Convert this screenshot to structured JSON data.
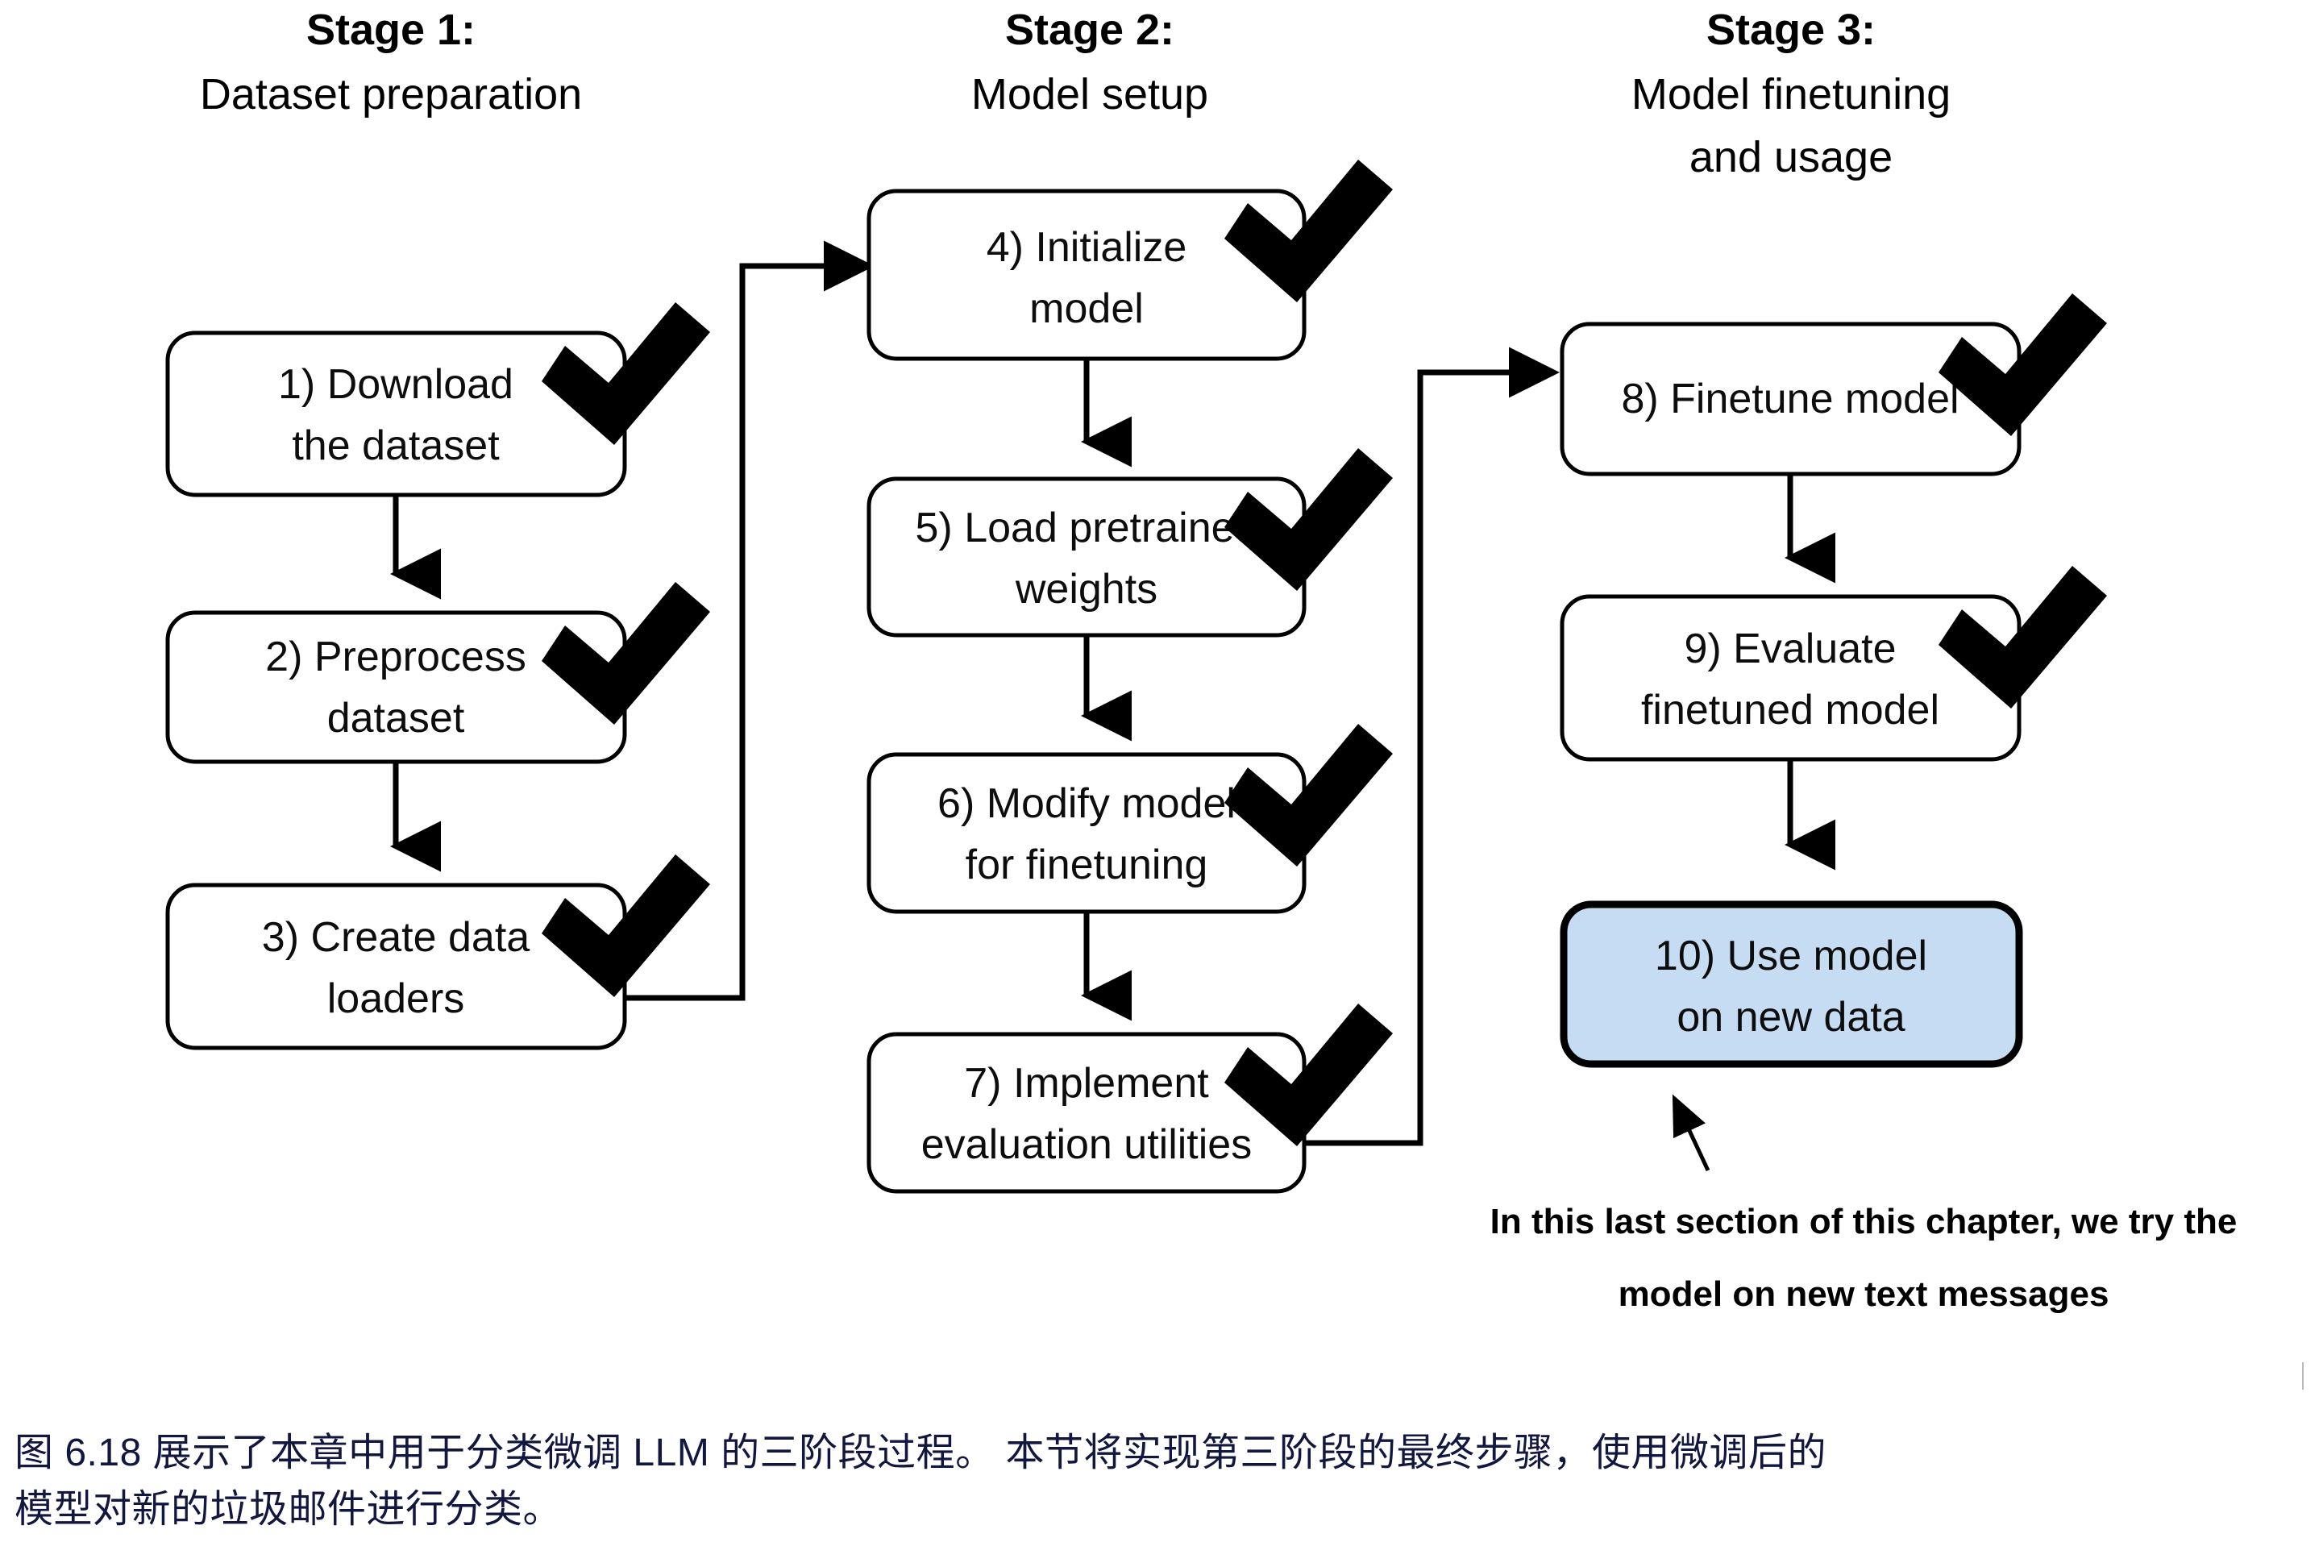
{
  "figure": {
    "stages": [
      {
        "id": "stage-1",
        "title": "Stage 1:",
        "subtitle": "Dataset preparation",
        "steps": [
          {
            "id": "step-1",
            "line1": "1) Download",
            "line2": "the dataset",
            "checked": true,
            "highlighted": false
          },
          {
            "id": "step-2",
            "line1": "2) Preprocess",
            "line2": "dataset",
            "checked": true,
            "highlighted": false
          },
          {
            "id": "step-3",
            "line1": "3) Create data",
            "line2": "loaders",
            "checked": true,
            "highlighted": false
          }
        ]
      },
      {
        "id": "stage-2",
        "title": "Stage 2:",
        "subtitle": "Model setup",
        "steps": [
          {
            "id": "step-4",
            "line1": "4) Initialize",
            "line2": "model",
            "checked": true,
            "highlighted": false
          },
          {
            "id": "step-5",
            "line1": "5) Load pretrained",
            "line2": "weights",
            "checked": true,
            "highlighted": false
          },
          {
            "id": "step-6",
            "line1": "6) Modify model",
            "line2": "for finetuning",
            "checked": true,
            "highlighted": false
          },
          {
            "id": "step-7",
            "line1": "7) Implement",
            "line2": "evaluation utilities",
            "checked": true,
            "highlighted": false
          }
        ]
      },
      {
        "id": "stage-3",
        "title": "Stage 3:",
        "subtitle_line1": "Model finetuning",
        "subtitle_line2": "and usage",
        "steps": [
          {
            "id": "step-8",
            "line1": "8) Finetune model",
            "line2": "",
            "checked": true,
            "highlighted": false
          },
          {
            "id": "step-9",
            "line1": "9) Evaluate",
            "line2": "finetuned model",
            "checked": true,
            "highlighted": false
          },
          {
            "id": "step-10",
            "line1": "10) Use model",
            "line2": "on new data",
            "checked": false,
            "highlighted": true
          }
        ]
      }
    ],
    "annotation": {
      "line1": "In this last section of this chapter, we try the",
      "line2": "model on new text messages"
    },
    "colors": {
      "highlight_fill": "#c6dcf2",
      "stroke": "#000000",
      "caption_text": "#11173f"
    }
  },
  "caption": {
    "line1": "图 6.18 展示了本章中用于分类微调 LLM 的三阶段过程。 本节将实现第三阶段的最终步骤，使用微调后的",
    "line2": "模型对新的垃圾邮件进行分类。"
  }
}
